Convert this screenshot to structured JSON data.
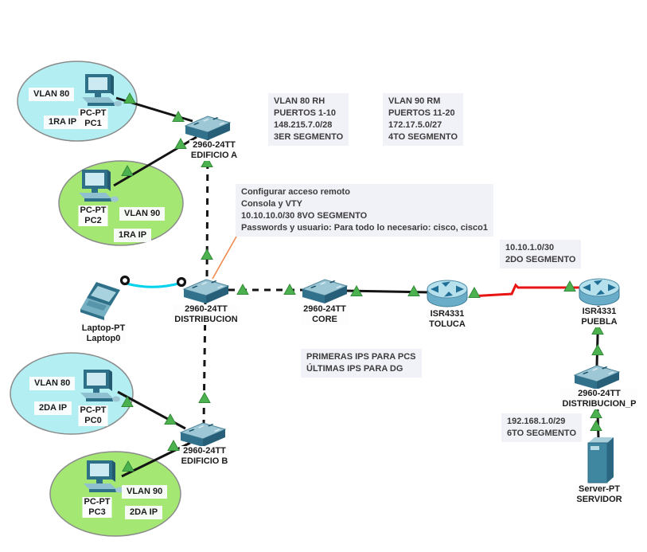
{
  "app": "Packet Tracer logical topology",
  "colors": {
    "zone_cyan": "#b2eef2",
    "zone_green": "#a4e873",
    "console_cyan": "#00d2ec",
    "serial_red": "#e81313",
    "tri_green": "#4cb14f",
    "callout_orange": "#f08a50",
    "link_black": "#141414",
    "note_bg": "#f1f1f8",
    "canvas_bg": "#ffffff"
  },
  "devices": [
    {
      "model": "PC-PT",
      "name": "PC1"
    },
    {
      "model": "PC-PT",
      "name": "PC2"
    },
    {
      "model": "PC-PT",
      "name": "PC0"
    },
    {
      "model": "PC-PT",
      "name": "PC3"
    },
    {
      "model": "Laptop-PT",
      "name": "Laptop0"
    },
    {
      "model": "2960-24TT",
      "name": "EDIFICIO A"
    },
    {
      "model": "2960-24TT",
      "name": "DISTRIBUCION"
    },
    {
      "model": "2960-24TT",
      "name": "CORE"
    },
    {
      "model": "2960-24TT",
      "name": "EDIFICIO B"
    },
    {
      "model": "ISR4331",
      "name": "TOLUCA"
    },
    {
      "model": "ISR4331",
      "name": "PUEBLA"
    },
    {
      "model": "2960-24TT",
      "name": "DISTRIBUCION_P"
    },
    {
      "model": "Server-PT",
      "name": "SERVIDOR"
    }
  ],
  "zone_labels": [
    {
      "text": "VLAN 80"
    },
    {
      "text": "1RA IP"
    },
    {
      "text": "VLAN 90"
    },
    {
      "text": "1RA IP"
    },
    {
      "text": "VLAN 80"
    },
    {
      "text": "2DA IP"
    },
    {
      "text": "VLAN 90"
    },
    {
      "text": "2DA IP"
    }
  ],
  "annotations": [
    {
      "lines": [
        "VLAN 80 RH",
        "PUERTOS 1-10",
        "148.215.7.0/28",
        "3ER SEGMENTO"
      ]
    },
    {
      "lines": [
        "VLAN 90 RM",
        "PUERTOS 11-20",
        "172.17.5.0/27",
        "4TO SEGMENTO"
      ]
    },
    {
      "lines": [
        "Configurar acceso remoto",
        "Consola y VTY",
        "10.10.10.0/30 8VO SEGMENTO",
        "Passwords y usuario: Para todo lo necesario: cisco, cisco1"
      ]
    },
    {
      "lines": [
        "PRIMERAS IPS PARA PCS",
        "ÚLTIMAS IPS PARA DG"
      ]
    },
    {
      "lines": [
        "10.10.1.0/30",
        "2DO SEGMENTO"
      ]
    },
    {
      "lines": [
        "192.168.1.0/29",
        "6TO SEGMENTO"
      ]
    }
  ]
}
